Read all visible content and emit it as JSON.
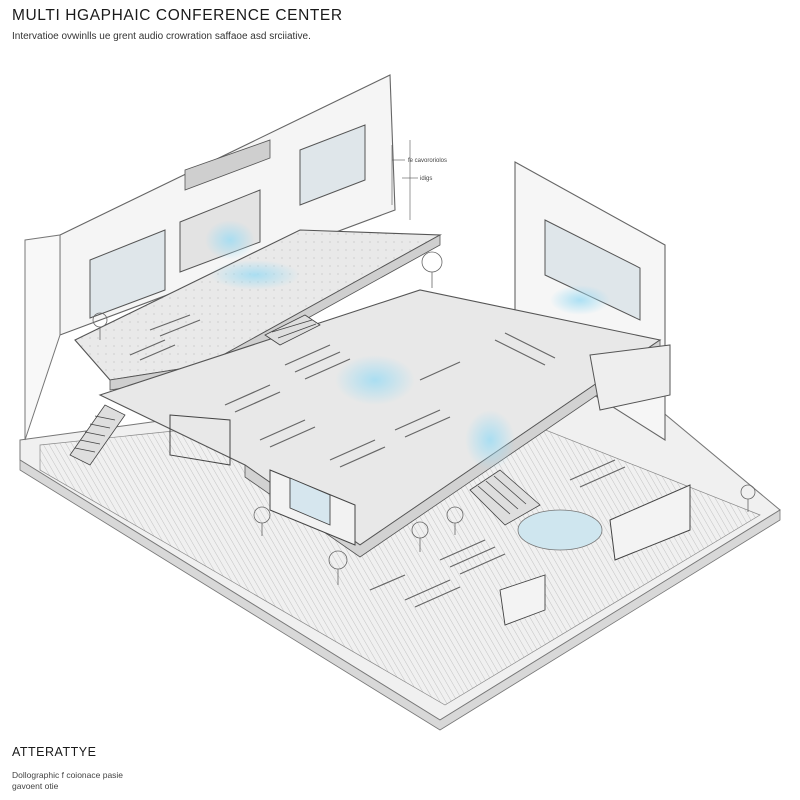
{
  "header": {
    "title": "MULTI  HGAPHAIC CONFERENCE CENTER",
    "subtitle": "Intervatioe ovwinlls ue grent audio crowration  saffaoe asd srciiative."
  },
  "callouts": {
    "top": "fe cavororiolos",
    "bottom": "idigs"
  },
  "footer": {
    "title": "ATTERATTYE",
    "caption": "Dollographic f coionace pasie gavoent otie"
  },
  "colors": {
    "line": "#555555",
    "floor": "#e4e4e4",
    "wall": "#f4f4f4",
    "glow": "#8fd3ef"
  }
}
